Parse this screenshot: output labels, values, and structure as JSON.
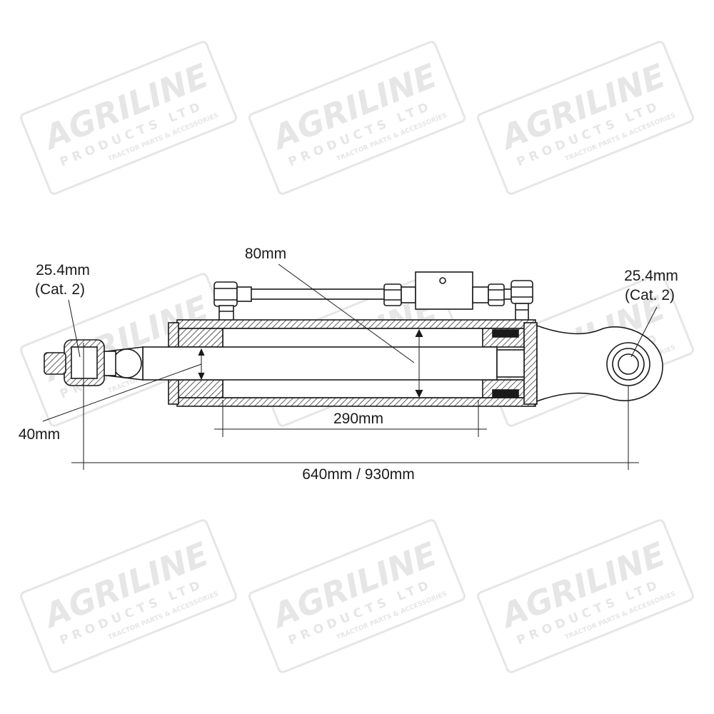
{
  "watermark": {
    "brand": "AGRILINE",
    "subtitle": "PRODUCTS LTD",
    "tagline": "TRACTOR PARTS & ACCESSORIES",
    "color": "#e6e6e6"
  },
  "dimensions": {
    "left_pin": "25.4mm",
    "left_pin_cat": "(Cat. 2)",
    "right_pin": "25.4mm",
    "right_pin_cat": "(Cat. 2)",
    "bore": "80mm",
    "rod": "40mm",
    "stroke": "290mm",
    "length": "640mm / 930mm"
  },
  "colors": {
    "line": "#1a1a1a"
  }
}
